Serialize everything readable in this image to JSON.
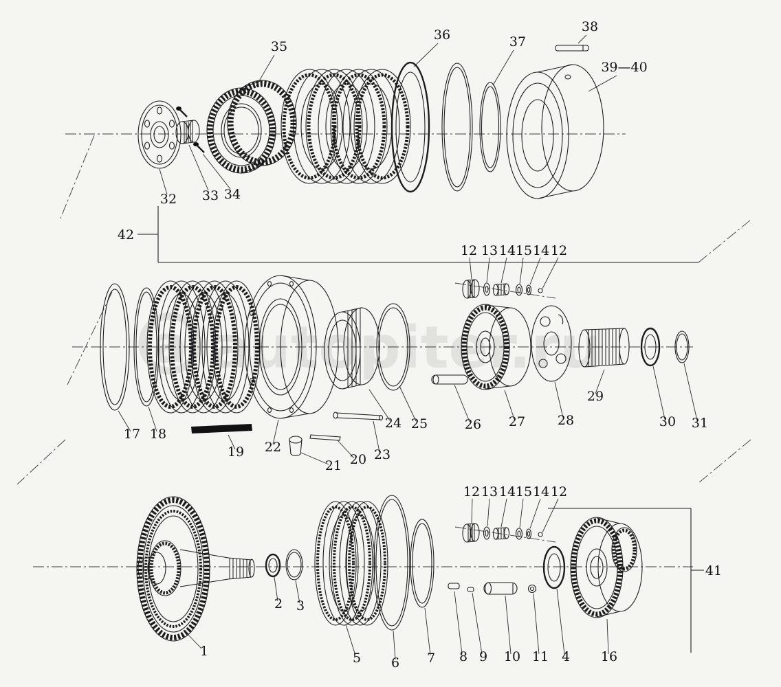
{
  "watermark": {
    "logo": "a",
    "text": "autopiter.ru"
  },
  "colors": {
    "background": "#f5f6f2",
    "ink": "#1c1c1c",
    "watermark_gray": "#6b716b",
    "fill_black": "#111111"
  },
  "brackets": {
    "top_assembly": "42",
    "bottom_assembly": "41"
  },
  "labels": {
    "top": [
      "35",
      "36",
      "37",
      "38",
      "39—40",
      "32",
      "33",
      "34"
    ],
    "mid_small": [
      "12",
      "13",
      "14",
      "15",
      "14",
      "12"
    ],
    "mid": [
      "17",
      "18",
      "19",
      "22",
      "21",
      "20",
      "23",
      "24",
      "25",
      "26",
      "27",
      "28",
      "29",
      "30",
      "31"
    ],
    "bottom_small": [
      "12",
      "13",
      "14",
      "15",
      "14",
      "12"
    ],
    "bottom": [
      "1",
      "2",
      "3",
      "5",
      "6",
      "7",
      "8",
      "9",
      "10",
      "11",
      "4",
      "16"
    ]
  }
}
